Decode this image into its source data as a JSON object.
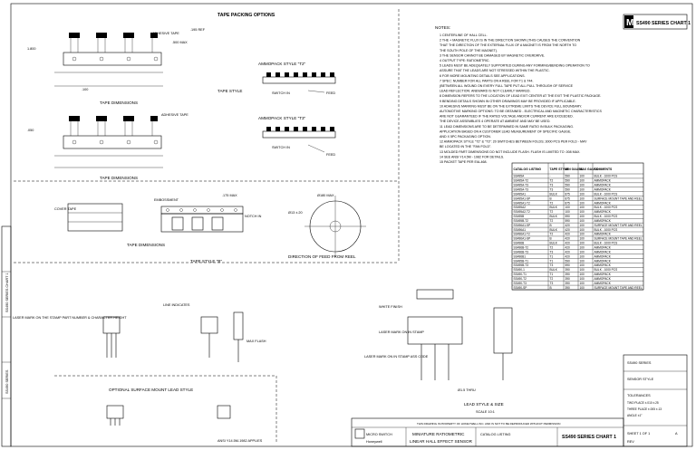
{
  "header": {
    "title": "SS490 SERIES CHART 1",
    "logo_letter": "M"
  },
  "section_titles": {
    "tape_packing": "TAPE PACKING OPTIONS",
    "tape_style": "TAPE STYLE",
    "tape_dimensions_1": "TAPE DIMENSIONS",
    "tape_dimensions_2": "TAPE DIMENSIONS",
    "tape_dimensions_3": "TAPE DIMENSIONS",
    "ammopack_t2": "AMMOPACK STYLE \"T2\"",
    "ammopack_t3": "AMMOPACK STYLE \"T3\"",
    "tape_style_b": "TAPE STYLE \"B\"",
    "reel_direction": "DIRECTION OF FEED FROM REEL",
    "surface_mount": "OPTIONAL SURFACE MOUNT LEAD STYLE",
    "lead_style": "LEAD STYLE & SIZE",
    "scale": "SCALE 10:1",
    "cover_tape": "COVER TAPE",
    "embossment": "EMBOSSMENT",
    "apn": "ANSI Y14.5M-1982 APPLIES"
  },
  "labels": {
    "adhesive_tape": "ADHESIVE TAPE",
    "adhesive_tape2": "ADHESIVE TAPE",
    "switch_in_1": "SWITCH IN",
    "switch_in_2": "SWITCH IN",
    "feed_1": "FEED",
    "feed_2": "FEED",
    "notch": "NOTCH IN",
    "laser_mark_1": "LASER MARK ON THE STAMP PART NUMBER & CHARACTER HEIGHT",
    "laser_mark_2": "LASER MARK ON IN STAMP",
    "laser_mark_3": "LASER MARK ON IN STAMP ASS CODE",
    "line_indicated": "LINE INDICATES",
    "white_finish": "WHITE FINISH",
    "max_flash": "MAX FLASH",
    "hole": "Ø1.5 THRU",
    "dim_a": ".500 MAX",
    "dim_b": ".175 MAX",
    "dim_c": "1.800",
    "dim_d": ".100",
    "dim_e": ".050",
    "dim_f": ".195 REF",
    "dim_g": "Ø13 ±.20",
    "dim_h": "Ø180 MAX"
  },
  "notes_title": "NOTES:",
  "notes": [
    "1  CENTERLINE OF HALL CELL.",
    "2  THE + MAGNETIC FLUX IS IN THE DIRECTION SHOWN (THIS CAUSES THE CONVENTION",
    "   THAT THE DIRECTION OF THE EXTERNAL FLUX OF A MAGNET IS FROM THE NORTH TO",
    "   THE SOUTH POLE OF THE MAGNET).",
    "3  THE SENSOR CANNOT BE DAMAGED BY MAGNETIC OVERDRIVE.",
    "4  OUTPUT TYPE: RATIOMETRIC.",
    "5  LEADS MUST BE ADEQUATELY SUPPORTED DURING ANY FORMING/BENDING OPERATION TO",
    "   ASSURE THAT THE LEADS ARE NOT STRESSED WITHIN THE PLASTIC.",
    "6  FOR MORE MOUNTING DETAILS SEE APPLICATIONS.",
    "7  SPEC: NUMBER FOR ALL PARTS ON A REEL FOR T1 & T44.",
    "   (BETWEEN ALL WOUND ON EVERY FULL TAPE PUT ALL PULL THROUGH OF SERVICE",
    "   LEAD REFLECTION: ANEWARD IS NOT CLEARLY MARKED.",
    "8  DIMENSION REFERS TO THE LOCATION OF LEAD EXIT CENTER AT THE EXIT THE PLASTIC PACKAGE.",
    "9  BENDING DETAILS SHOWN IN OTHER DRAWINGS MAY BE PROVIDED IF APPLICABLE.",
    "10 ADHESIVE MARKING MUST BE ON THE EXTREME LIMITS THE DEVICE FULL BOUNDARY.",
    "   AUTOMOTIVE MARKING OPTIONS: TO BE OBTAINED - ELECTRICAL AND MAGNETIC CHARACTERISTICS",
    "   ARE NOT GUARANTEED IF THE RATED VOLTAGE AND/OR CURRENT ARE EXCEEDED.",
    "   THE DEVICE ASSEMBLIES 4 OPERATE AT AMBIENT AND MAY BE USED.",
    "11 LEAD DIMENSIONS ARE TO BE DETERMINED IN SAME RATIO IN BULK PACKAGING.",
    "   APPLICATION BASED ON A CUSTOMER LEAD MEASUREMENT OF SPECIFIC GAUGE.",
    "   AND X 5PC PACKAGING OPTION.",
    "12 AMMOPACK STYLE \"T2\" & \"T3\": 20 SWITCHES BETWEEN FOLDS; 3000 PCS PER FOLD - MAY",
    "   BE LOCATED IN THE \"FAN FOLD\".",
    "13 MOLDED PART DIMENSIONS DO NOT INCLUDE FLASH. FLASH IS LIMITED TO .008 MAX.",
    "14 SEE ANSI Y14.5M - 1982 FOR DETAILS.",
    "15 PACKET TAPE PER EIA-468."
  ],
  "parts_table": {
    "headers": [
      "CATALOG LISTING",
      "TAPE STYLE",
      "MIN GAUSS",
      "MAX GAUSS",
      "COMMENTS"
    ],
    "rows": [
      [
        "SS495A",
        "-",
        "590",
        "100",
        "BULK - 1000 PCS"
      ],
      [
        "SS495A-T2",
        "T2",
        "590",
        "100",
        "AMMOPACK"
      ],
      [
        "SS495A-T3",
        "T3",
        "590",
        "100",
        "AMMOPACK"
      ],
      [
        "SS495A-T3",
        "T3",
        "590",
        "100",
        "AMMOPACK"
      ],
      [
        "SS495A1",
        "BULK",
        "875",
        "100",
        "BULK - 1000 PCS"
      ],
      [
        "SS495A1-SP",
        "B",
        "875",
        "100",
        "SURFACE MOUNT TAPE AND REEL"
      ],
      [
        "SS495A1-T2",
        "T2",
        "875",
        "100",
        "AMMOPACK"
      ],
      [
        "SS495A2",
        "BULK",
        "100",
        "100",
        "BULK - 1000 PCS"
      ],
      [
        "SS495A2-T2",
        "T2",
        "100",
        "100",
        "AMMOPACK"
      ],
      [
        "SS495B",
        "BULK",
        "590",
        "100",
        "BULK - 1000 PCS"
      ],
      [
        "SS495B-T2",
        "T2",
        "590",
        "100",
        "AMMOPACK"
      ],
      [
        "SS496A1-SP",
        "B",
        "420",
        "100",
        "SURFACE MOUNT TAPE AND REEL"
      ],
      [
        "SS496A1",
        "BULK",
        "420",
        "100",
        "BULK - 1000 PCS"
      ],
      [
        "SS496A1-T2",
        "T2",
        "420",
        "100",
        "AMMOPACK"
      ],
      [
        "SS496A1-SP",
        "B",
        "420",
        "100",
        "SURFACE MOUNT TAPE AND REEL"
      ],
      [
        "SS496B",
        "BULK",
        "420",
        "100",
        "BULK - 1000 PCS"
      ],
      [
        "SS496B-T2",
        "T2",
        "420",
        "100",
        "AMMOPACK"
      ],
      [
        "SS496B-T3",
        "T3",
        "420",
        "100",
        "AMMOPACK"
      ],
      [
        "SS496B1",
        "T1",
        "420",
        "100",
        "AMMOPACK"
      ],
      [
        "SS495B-T1",
        "T1",
        "590",
        "100",
        "AMMOPACK"
      ],
      [
        "SS495B-T3",
        "T3",
        "590",
        "100",
        "AMMOPACK"
      ],
      [
        "SS490-1",
        "BULK",
        "390",
        "100",
        "BULK - 1000 PCS"
      ],
      [
        "SS490-T1",
        "T1",
        "390",
        "100",
        "AMMOPACK"
      ],
      [
        "SS490-T2",
        "T2",
        "390",
        "100",
        "AMMOPACK"
      ],
      [
        "SS490-T3",
        "T3",
        "390",
        "100",
        "AMMOPACK"
      ],
      [
        "SS490-SP",
        "B",
        "390",
        "100",
        "SURFACE MOUNT TAPE AND REEL"
      ]
    ]
  },
  "title_block": {
    "company": "Honeywell",
    "division": "MICRO SWITCH",
    "title_line1": "MINIATURE RATIOMETRIC",
    "title_line2": "LINEAR HALL EFFECT SENSOR",
    "doc_title": "SS490 SERIES CHART 1",
    "catalog": "CATALOG LISTING",
    "sheet": "SHEET 1 OF 1",
    "size": "A",
    "tolerances_title": "TOLERANCES",
    "tol1": "TWO PLACE  ±.010  ±.25",
    "tol2": "THREE PLACE ±.005 ±.13",
    "tol3": "ANGLE  ±1°",
    "note_text": "THIS DRAWING IS PROPERTY OF HONEYWELL INC. AND IS NOT TO BE REPRODUCED WITHOUT PERMISSION",
    "right_block_1": "SS490 SERIES",
    "right_block_2": "SENSOR STYLE",
    "right_block_3": "REV"
  },
  "left_strip": {
    "label1": "SS490 SERIES CHART 1",
    "label2": "SS490 SERIES"
  }
}
